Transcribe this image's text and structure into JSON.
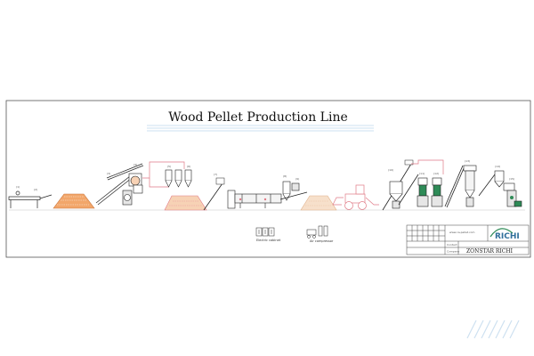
{
  "diagram": {
    "title": "Wood Pellet Production Line",
    "legend": {
      "electric_cabinet": "Electric cabinet",
      "air_compressor": "Air compressor"
    },
    "title_block": {
      "website": "www.ca-pellet.com",
      "contact_label": "Contact",
      "company_label": "Company",
      "company_name": "ZONSTAR RICHI",
      "logo": "RICHI"
    },
    "colors": {
      "line": "#222222",
      "pink": "#e07a86",
      "material": "#f2a66a",
      "material_light": "#f7d2b5",
      "grey": "#777777",
      "green": "#2e8b57",
      "blue": "#2f6f9a",
      "hatch": "#b8d4ea"
    }
  }
}
